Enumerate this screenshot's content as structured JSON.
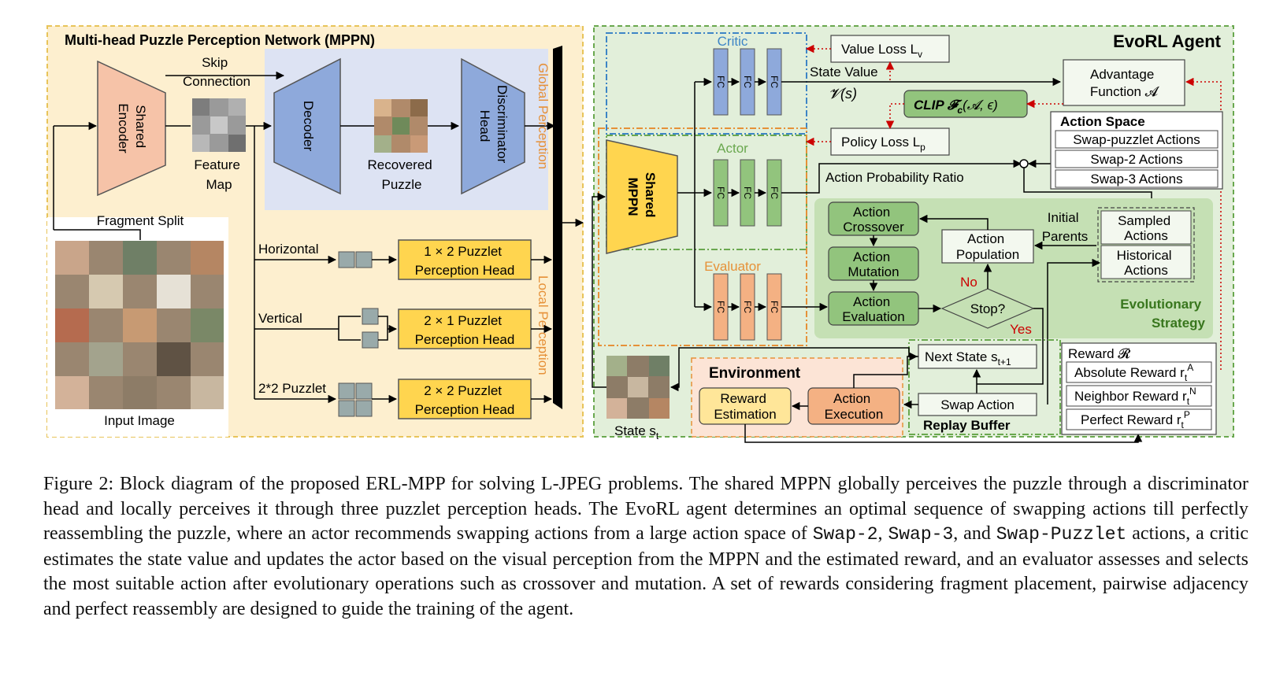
{
  "mppn": {
    "title": "Multi-head Puzzle Perception Network (MPPN)",
    "shared_encoder": [
      "Shared",
      "Encoder"
    ],
    "skip_connection": [
      "Skip",
      "Connection"
    ],
    "feature_map": [
      "Feature",
      "Map"
    ],
    "decoder": "Decoder",
    "recovered_puzzle": [
      "Recovered",
      "Puzzle"
    ],
    "discriminator_head": [
      "Discriminator",
      "Head"
    ],
    "global_perception": "Global Perception",
    "local_perception": "Local Perception",
    "fragment_split": "Fragment Split",
    "input_image": "Input Image",
    "branch_horizontal": "Horizontal",
    "branch_vertical": "Vertical",
    "branch_2x2": "2*2 Puzzlet",
    "head_1x2": [
      "1 × 2 Puzzlet",
      "Perception Head"
    ],
    "head_2x1": [
      "2 × 1 Puzzlet",
      "Perception Head"
    ],
    "head_2x2": [
      "2 × 2 Puzzlet",
      "Perception Head"
    ]
  },
  "agent": {
    "title": "EvoRL Agent",
    "critic": "Critic",
    "actor": "Actor",
    "evaluator": "Evaluator",
    "fc": "FC",
    "shared_mppn": [
      "Shared",
      "MPPN"
    ],
    "value_loss": "Value Loss L",
    "value_loss_sub": "v",
    "policy_loss": "Policy Loss L",
    "policy_loss_sub": "p",
    "state_value": "State Value",
    "state_value_symbol": "𝓥(s)",
    "clip": "CLIP 𝓕",
    "clip_sub": "c",
    "clip_args": "(𝓐, ϵ)",
    "advantage": [
      "Advantage",
      "Function 𝓐"
    ],
    "action_probability_ratio": "Action Probability Ratio",
    "action_space": {
      "title": "Action Space",
      "items": [
        "Swap-puzzlet Actions",
        "Swap-2 Actions",
        "Swap-3 Actions"
      ]
    },
    "evo": {
      "crossover": [
        "Action",
        "Crossover"
      ],
      "mutation": [
        "Action",
        "Mutation"
      ],
      "evaluation": [
        "Action",
        "Evaluation"
      ],
      "population": [
        "Action",
        "Population"
      ],
      "stop": "Stop?",
      "no": "No",
      "yes": "Yes",
      "initial_parents": [
        "Initial",
        "Parents"
      ],
      "sampled": [
        "Sampled",
        "Actions"
      ],
      "historical": [
        "Historical",
        "Actions"
      ],
      "strategy": [
        "Evolutionary",
        "Strategy"
      ]
    },
    "environment": {
      "title": "Environment",
      "reward_estimation": [
        "Reward",
        "Estimation"
      ],
      "action_execution": [
        "Action",
        "Execution"
      ]
    },
    "replay": {
      "next_state": "Next State s",
      "next_state_sub": "t+1",
      "swap_action": "Swap Action",
      "title": "Replay Buffer"
    },
    "reward": {
      "title": "Reward 𝓡",
      "items": [
        {
          "label": "Absolute Reward r",
          "sub": "t",
          "sup": "A"
        },
        {
          "label": "Neighbor Reward r",
          "sub": "t",
          "sup": "N"
        },
        {
          "label": "Perfect Reward r",
          "sub": "t",
          "sup": "P"
        }
      ]
    },
    "state": "State s",
    "state_sub": "t"
  },
  "caption": {
    "part1": "Figure 2: Block diagram of the proposed ERL-MPP for solving L-JPEG problems. The shared MPPN globally perceives the puzzle through a discriminator head and locally perceives it through three puzzlet perception heads. The EvoRL agent determines an optimal sequence of swapping actions till perfectly reassembling the puzzle, where an actor recommends swapping actions from a large action space of ",
    "code1": "Swap-2",
    "sep1": ", ",
    "code2": "Swap-3",
    "sep2": ", and ",
    "code3": "Swap-Puzzlet",
    "part2": " actions, a critic estimates the state value and updates the actor based on the visual perception from the MPPN and the estimated reward, and an evaluator assesses and selects the most suitable action after evolutionary operations such as crossover and mutation. A set of rewards considering fragment placement, pairwise adjacency and perfect reassembly are designed to guide the training of the agent."
  },
  "colors": {
    "mppn_bg": "#fdefcf",
    "mppn_border": "#e8c45a",
    "global_bg": "#dde3f3",
    "encoder": "#f6c3a8",
    "blue": "#8ea9db",
    "yellow": "#ffd54f",
    "agent_bg": "#e2efda",
    "green": "#92c47d",
    "orange": "#f4b183",
    "evo_bg": "#c5e0b4",
    "env_bg": "#fce4d6",
    "critic_line": "#3d85c6",
    "actor_line": "#6aa84f",
    "eval_line": "#e69138",
    "red": "#cc0000"
  }
}
